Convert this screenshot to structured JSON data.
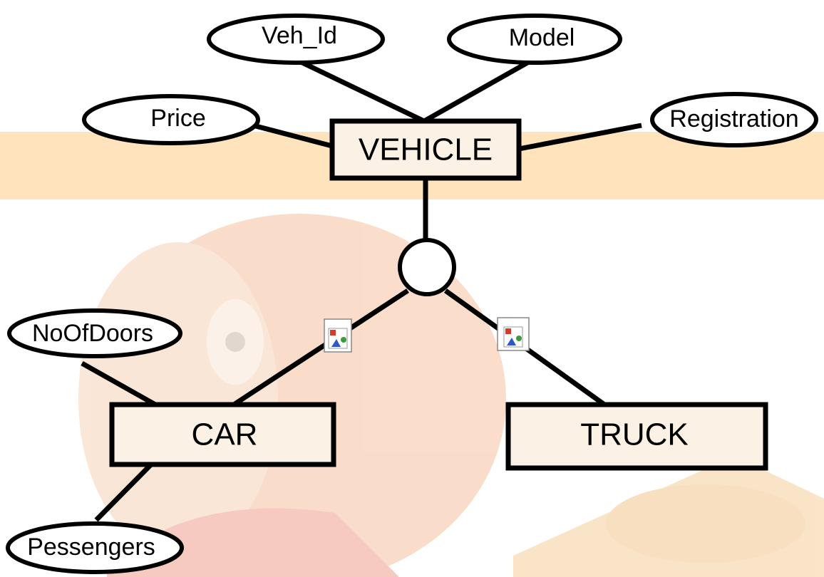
{
  "colors": {
    "background": "#ffffff",
    "banner": "#fbd39f",
    "mascot": "#f7c6a3",
    "entity_fill": "#fbf1e4",
    "stroke": "#000000"
  },
  "entities": {
    "vehicle": "VEHICLE",
    "car": "CAR",
    "truck": "TRUCK"
  },
  "attributes": {
    "veh_id": "Veh_Id",
    "model": "Model",
    "price": "Price",
    "registration": "Registration",
    "no_of_doors": "NoOfDoors",
    "passengers": "Pessengers"
  },
  "icons": {
    "specialization": "specialization-circle-icon",
    "broken_image_left": "broken-image-icon",
    "broken_image_right": "broken-image-icon"
  }
}
